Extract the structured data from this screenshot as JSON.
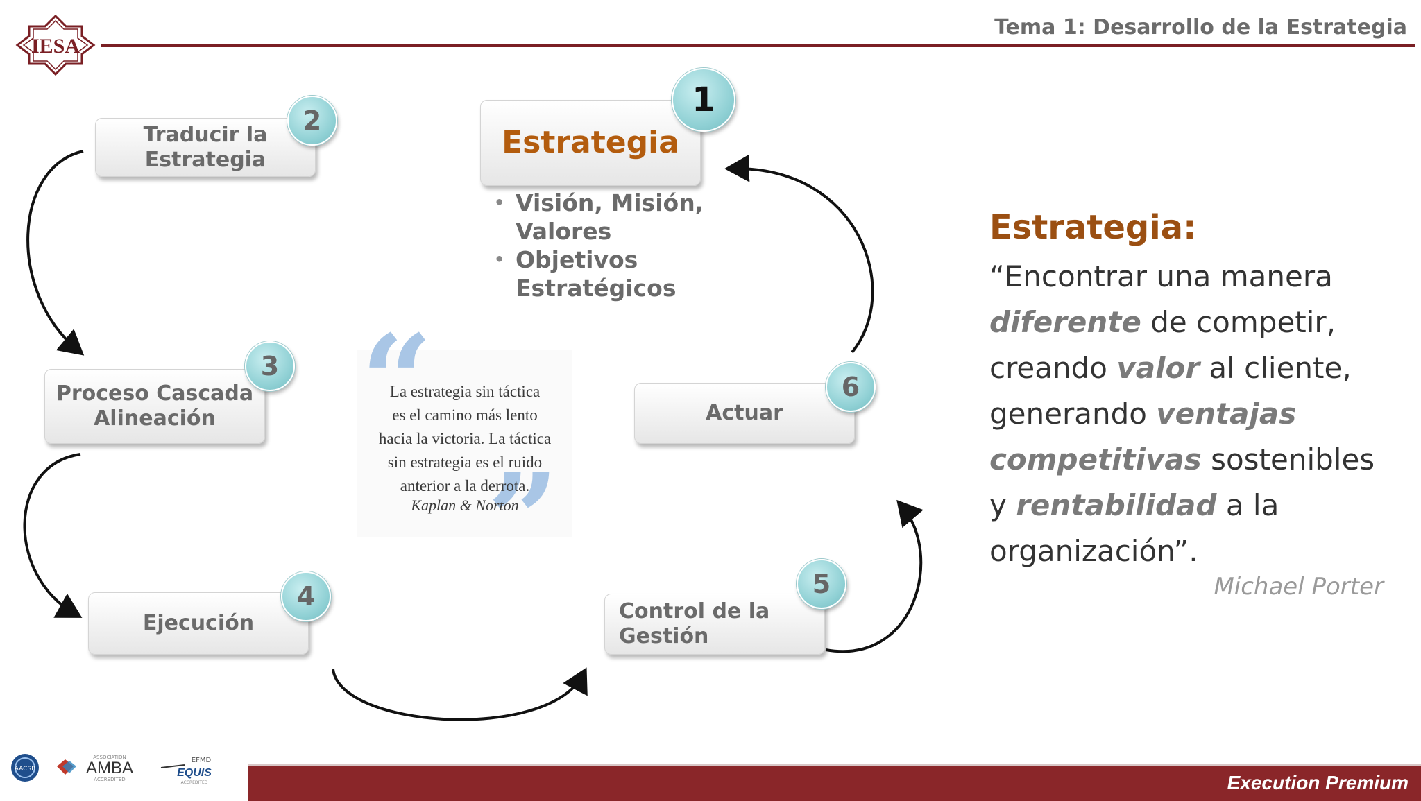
{
  "header": {
    "logo_text": "IESA",
    "title": "Tema 1: Desarrollo de la Estrategia"
  },
  "cycle": {
    "strategy": {
      "number": "1",
      "label": "Estrategia",
      "bullets": [
        "Visión, Misión, Valores",
        "Objetivos Estratégicos"
      ]
    },
    "steps": [
      {
        "number": "2",
        "label": "Traducir la\nEstrategia"
      },
      {
        "number": "3",
        "label": "Proceso Cascada\nAlineación"
      },
      {
        "number": "4",
        "label": "Ejecución"
      },
      {
        "number": "5",
        "label": "Control de la\nGestión"
      },
      {
        "number": "6",
        "label": "Actuar"
      }
    ]
  },
  "quote": {
    "text": "La estrategia sin táctica\nes el camino más lento\nhacia la victoria. La táctica\nsin estrategia es el ruido\nanterior a la derrota.",
    "author": "Kaplan & Norton"
  },
  "definition": {
    "title": "Estrategia:",
    "parts": [
      "“Encontrar una manera ",
      "diferente",
      " de competir, creando ",
      "valor",
      " al cliente, generando ",
      "ventajas competitivas",
      " sostenibles y ",
      "rentabilidad",
      " a la organización”."
    ],
    "author": "Michael Porter"
  },
  "footer": {
    "label": "Execution Premium",
    "accreditations": {
      "aacsb": "AACSB",
      "amba": "AMBA",
      "amba_top": "ASSOCIATION",
      "amba_bottom": "ACCREDITED",
      "equis_top": "EFMD",
      "equis": "EQUIS",
      "equis_bottom": "ACCREDITED"
    }
  },
  "colors": {
    "brand_red": "#8a2629",
    "strategy_orange": "#b35c0e",
    "badge_teal": "#8fd0d4"
  }
}
